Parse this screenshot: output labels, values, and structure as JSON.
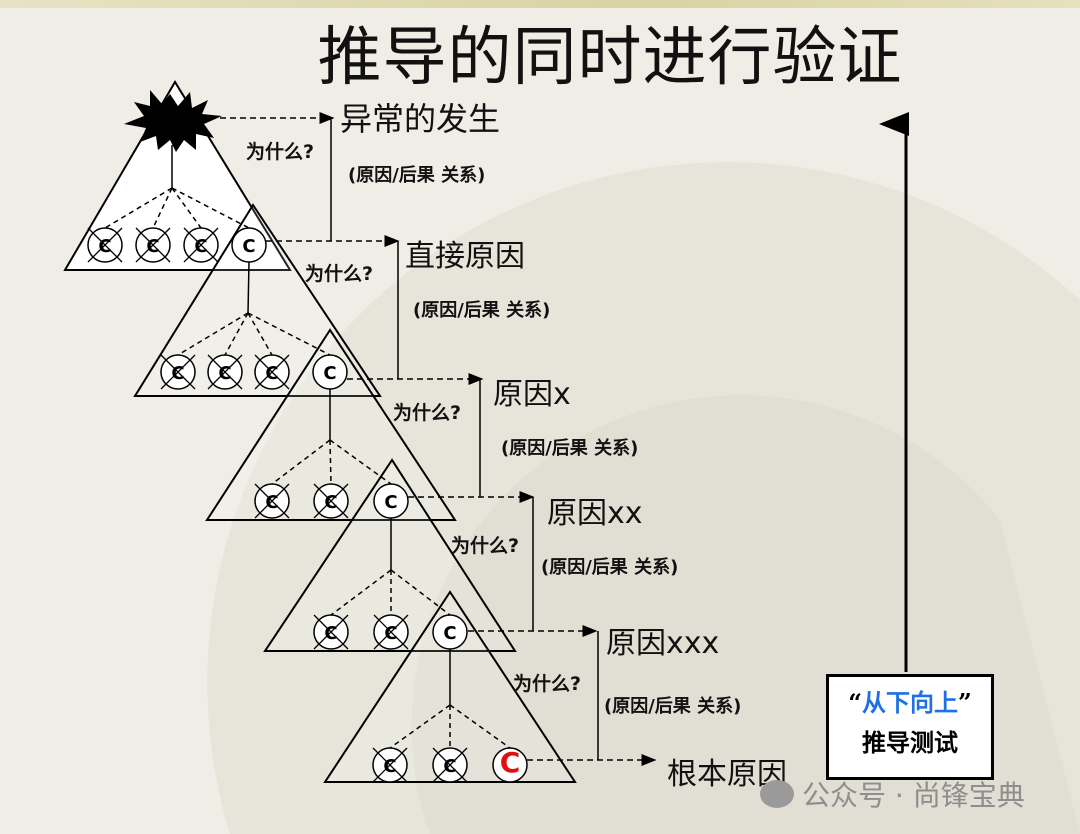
{
  "title": "推导的同时进行验证",
  "levels": [
    {
      "label": "异常的发生",
      "why": "为什么?",
      "relation": "(原因/后果 关系)"
    },
    {
      "label": "直接原因",
      "why": "为什么?",
      "relation": "(原因/后果 关系)"
    },
    {
      "label": "原因x",
      "why": "为什么?",
      "relation": "(原因/后果 关系)"
    },
    {
      "label": "原因xx",
      "why": "为什么?",
      "relation": "(原因/后果 关系)"
    },
    {
      "label": "原因xxx",
      "why": "为什么?",
      "relation": "(原因/后果 关系)"
    },
    {
      "label": "根本原因"
    }
  ],
  "node_letter": "C",
  "box": {
    "quote_open": "“",
    "highlight": "从下向上",
    "quote_close": "”",
    "subtitle": "推导测试"
  },
  "watermark": "公众号 · 尚锋宝典",
  "colors": {
    "root_cause": "#e01010",
    "highlight": "#1e6fe8"
  }
}
